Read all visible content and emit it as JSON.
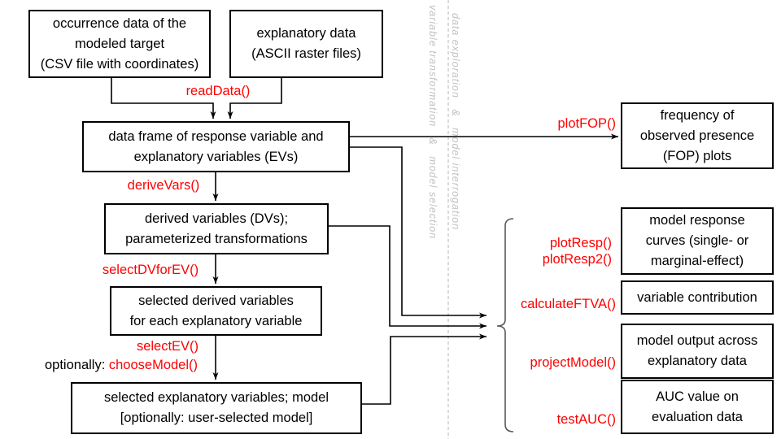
{
  "colors": {
    "function_red": "#ff0000",
    "line_black": "#000000",
    "brace_gray": "#595959",
    "divider_gray": "#c6c6c6",
    "section_label_gray": "#c2c2c2",
    "background": "#ffffff"
  },
  "boxes": {
    "occurrence": {
      "lines": [
        "occurrence data of the",
        "modeled target",
        "(CSV file with coordinates)"
      ]
    },
    "explanatory": {
      "lines": [
        "explanatory data",
        "(ASCII raster files)"
      ]
    },
    "dataframe": {
      "lines": [
        "data frame of response variable and",
        "explanatory variables (EVs)"
      ]
    },
    "derived_vars": {
      "lines": [
        "derived variables (DVs);",
        "parameterized transformations"
      ]
    },
    "selected_dvs": {
      "lines": [
        "selected derived variables",
        "for each explanatory variable"
      ]
    },
    "selected_evs": {
      "lines": [
        "selected explanatory variables; model",
        "[optionally: user-selected model]"
      ]
    },
    "fop_plots": {
      "lines": [
        "frequency of",
        "observed presence",
        "(FOP) plots"
      ]
    },
    "response_curves": {
      "lines": [
        "model response",
        "curves (single- or",
        "marginal-effect)"
      ]
    },
    "variable_contribution": {
      "lines": [
        "variable contribution"
      ]
    },
    "model_output": {
      "lines": [
        "model output across",
        "explanatory data"
      ]
    },
    "auc_value": {
      "lines": [
        "AUC value on",
        "evaluation data"
      ]
    }
  },
  "functions": {
    "read_data": "readData()",
    "derive_vars": "deriveVars()",
    "select_dv_for_ev": "selectDVforEV()",
    "select_ev": "selectEV()",
    "choose_model_prefix": "optionally: ",
    "choose_model": "chooseModel()",
    "plot_fop": "plotFOP()",
    "plot_resp": "plotResp()",
    "plot_resp2": "plotResp2()",
    "calculate_ftva": "calculateFTVA()",
    "project_model": "projectModel()",
    "test_auc": "testAUC()"
  },
  "section_labels": {
    "left": "variable transformation   &   model selection",
    "right": "data exploration   &   model interrogation"
  }
}
